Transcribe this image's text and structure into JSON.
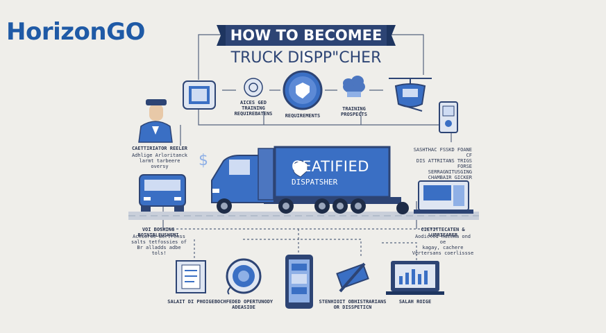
{
  "brand": {
    "name": "HorizonGO"
  },
  "title": {
    "line1": "HOW TO BECOMEE A",
    "line2": "TRUCK DISPP\"CHER"
  },
  "top_steps": [
    {
      "label": "AICES GED\nTRAINING\nREQUIREBATENS"
    },
    {
      "label": "REQUIREMENTS"
    },
    {
      "label": "TRAINING\nPROSPECTS"
    }
  ],
  "side_left": {
    "title": "CAETTIRIATOR REELER",
    "body": "Adhlige Arloritanck\nlarmt tarbeere oversy"
  },
  "side_right_top": {
    "body": "SASHTHAC FSSKD FOANE CF\nDIS ATTRITANS TRIGS FORSE\nSERRAGNITUSGING\nCHAMBAIR GICKER"
  },
  "truck": {
    "title": "CEATIFIED",
    "subtitle": "DISPATSHER"
  },
  "side_left_bottom": {
    "title": "VOI BOSKING BOINIRLEUSHEMI",
    "body": "Achioroe Bertrenss\nsalts tetfossies of\nBr alladds adbe tols!"
  },
  "side_right_bottom": {
    "title": "CIETITTECATEN & LUBRIEARER",
    "body": "Aodicted hacema ond oe\nkagay, cachere\nVertersans coerlissse"
  },
  "bottom_steps": [
    {
      "label": "SALAIT DI PHOIGE"
    },
    {
      "label": "BOCHFEDED OPERTUNODY\nADEASIOE"
    },
    {
      "label": "STENHIOIT OBHISTRARIANS\nOR DISSPETICN"
    },
    {
      "label": "SALAH ROIGE"
    }
  ],
  "colors": {
    "brand": "#1f5aa6",
    "navy": "#2d4474",
    "accent": "#3a6fc4",
    "light": "#8fb0e6"
  }
}
